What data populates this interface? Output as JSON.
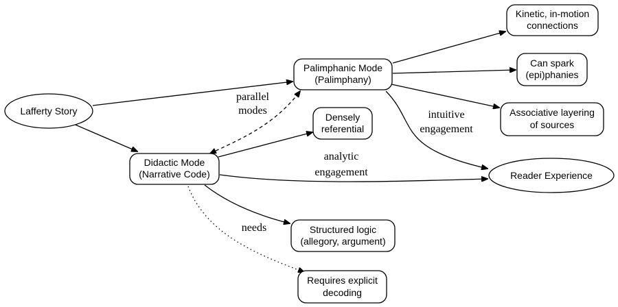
{
  "nodes": {
    "lafferty": {
      "line1": "Lafferty Story"
    },
    "palimphanic": {
      "line1": "Palimphanic Mode",
      "line2": "(Palimphany)"
    },
    "didactic": {
      "line1": "Didactic Mode",
      "line2": "(Narrative Code)"
    },
    "kinetic": {
      "line1": "Kinetic, in-motion",
      "line2": "connections"
    },
    "spark": {
      "line1": "Can spark",
      "line2": "(epi)phanies"
    },
    "associative": {
      "line1": "Associative layering",
      "line2": "of sources"
    },
    "densely": {
      "line1": "Densely",
      "line2": "referential"
    },
    "reader": {
      "line1": "Reader Experience"
    },
    "structured": {
      "line1": "Structured logic",
      "line2": "(allegory, argument)"
    },
    "requires": {
      "line1": "Requires explicit",
      "line2": "decoding"
    }
  },
  "edges": {
    "parallel": {
      "line1": "parallel",
      "line2": "modes"
    },
    "intuitive": {
      "line1": "intuitive",
      "line2": "engagement"
    },
    "analytic": {
      "line1": "analytic",
      "line2": "engagement"
    },
    "needs": {
      "line1": "needs"
    }
  }
}
